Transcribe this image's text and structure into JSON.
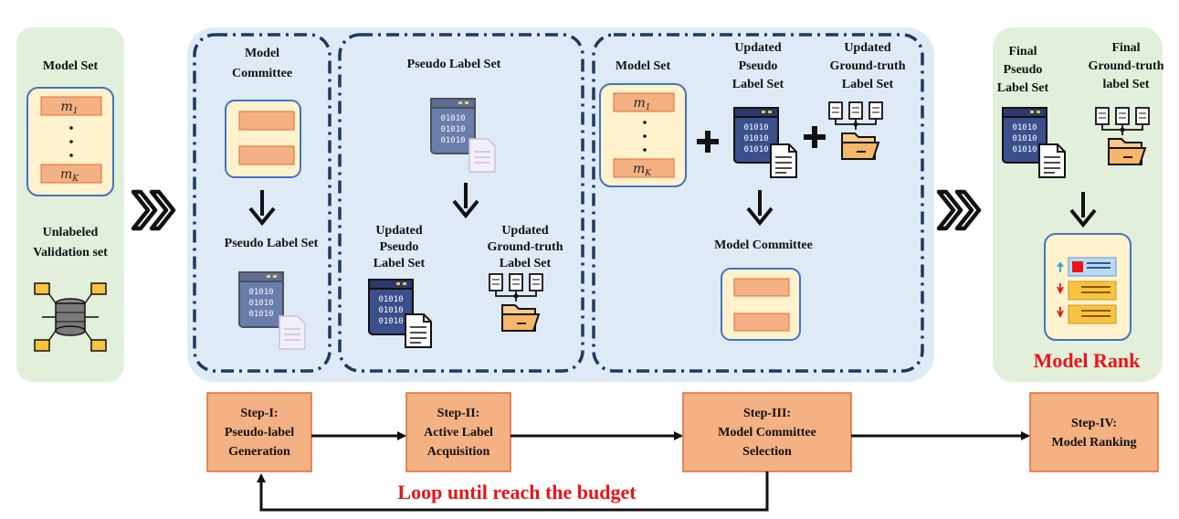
{
  "left_panel": {
    "model_set_title": "Model Set",
    "model_first": "m",
    "model_first_sub": "1",
    "model_dots": "·",
    "model_last": "m",
    "model_last_sub": "K",
    "validation_title_1": "Unlabeled",
    "validation_title_2": "Validation set"
  },
  "step1_box": {
    "title_1": "Model",
    "title_2": "Committee",
    "result_title": "Pseudo Label Set"
  },
  "step2_box": {
    "title": "Pseudo Label Set",
    "updated_pseudo_1": "Updated",
    "updated_pseudo_2": "Pseudo",
    "updated_pseudo_3": "Label Set",
    "updated_gt_1": "Updated",
    "updated_gt_2": "Ground-truth",
    "updated_gt_3": "Label Set"
  },
  "step3_box": {
    "model_set_title": "Model Set",
    "model_first": "m",
    "model_first_sub": "1",
    "model_last": "m",
    "model_last_sub": "K",
    "plus": "+",
    "updated_pseudo_1": "Updated",
    "updated_pseudo_2": "Pseudo",
    "updated_pseudo_3": "Label Set",
    "updated_gt_1": "Updated",
    "updated_gt_2": "Ground-truth",
    "updated_gt_3": "Label Set",
    "committee_title": "Model  Committee"
  },
  "right_panel": {
    "final_pseudo_1": "Final",
    "final_pseudo_2": "Pseudo",
    "final_pseudo_3": "Label Set",
    "final_gt_1": "Final",
    "final_gt_2": "Ground-truth",
    "final_gt_3": "label Set",
    "rank_title": "Model Rank"
  },
  "steps": [
    {
      "line1": "Step-I:",
      "line2": "Pseudo-label",
      "line3": "Generation"
    },
    {
      "line1": "Step-II:",
      "line2": "Active Label",
      "line3": "Acquisition"
    },
    {
      "line1": "Step-III:",
      "line2": "Model Committee",
      "line3": "Selection"
    },
    {
      "line1": "Step-IV:",
      "line2": "Model Ranking",
      "line3": ""
    }
  ],
  "loop_label": "Loop until reach the budget",
  "colors": {
    "green_panel": "#e2efda",
    "blue_panel": "#deebf7",
    "dash_border": "#1f3864",
    "model_box_fill": "#fff2cc",
    "model_box_border": "#4472c4",
    "pink_bar": "#f4b183",
    "step_fill": "#f4b183",
    "step_border": "#e06c3a",
    "accent_red": "#e8141a"
  }
}
